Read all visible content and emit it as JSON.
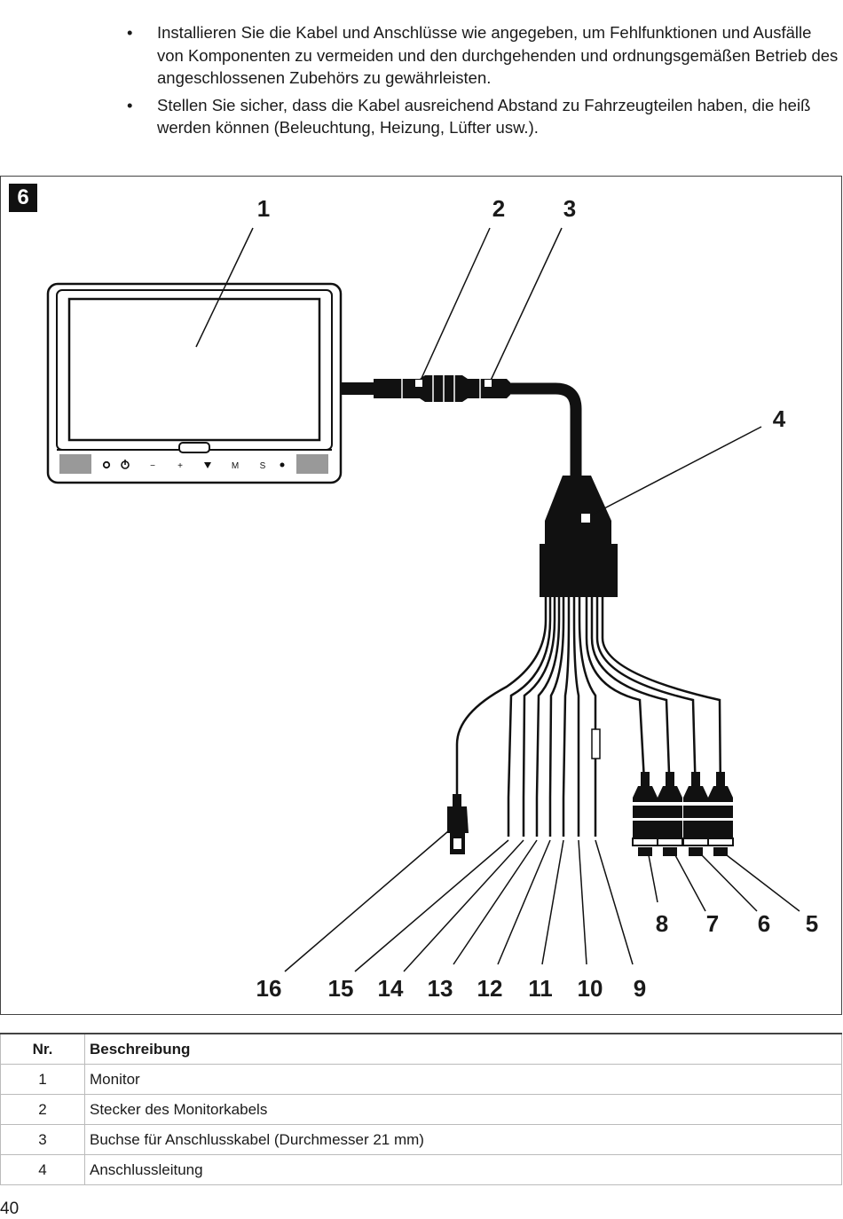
{
  "bullets": [
    "Installieren Sie die Kabel und Anschlüsse wie angegeben, um Fehlfunktionen und Ausfälle von Komponenten zu vermeiden und den durchgehenden und ordnungsgemäßen Betrieb des angeschlossenen Zubehörs zu gewährleisten.",
    "Stellen Sie sicher, dass die Kabel ausreichend Abstand zu Fahrzeugteilen haben, die heiß werden können (Beleuchtung, Heizung, Lüfter usw.)."
  ],
  "bullet_symbol": "•",
  "figure": {
    "number": "6",
    "callouts": [
      "1",
      "2",
      "3",
      "4",
      "5",
      "6",
      "7",
      "8",
      "9",
      "10",
      "11",
      "12",
      "13",
      "14",
      "15",
      "16"
    ],
    "monitor_buttons": {
      "minus": "−",
      "plus": "+",
      "m": "M",
      "s": "S"
    }
  },
  "table": {
    "headers": {
      "nr": "Nr.",
      "desc": "Beschreibung"
    },
    "rows": [
      {
        "nr": "1",
        "desc": "Monitor"
      },
      {
        "nr": "2",
        "desc": "Stecker des Monitorkabels"
      },
      {
        "nr": "3",
        "desc": "Buchse für Anschlusskabel (Durchmesser 21 mm)"
      },
      {
        "nr": "4",
        "desc": "Anschlussleitung"
      }
    ]
  },
  "page_number": "40"
}
